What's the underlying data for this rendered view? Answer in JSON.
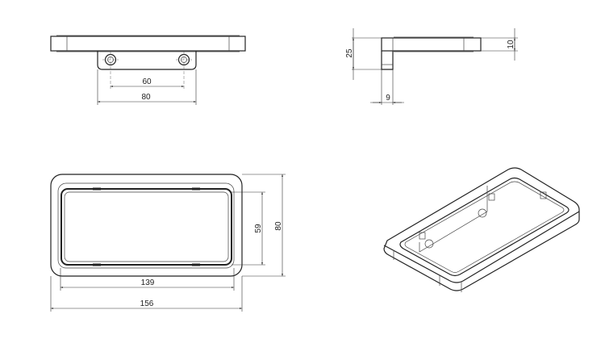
{
  "top_view": {
    "dim_hole_spacing": "60",
    "dim_bracket_width": "80"
  },
  "side_view": {
    "dim_height": "25",
    "dim_plate_thickness": "10",
    "dim_leg_width": "9"
  },
  "front_view": {
    "dim_inner_width": "139",
    "dim_outer_width": "156",
    "dim_inner_height": "59",
    "dim_outer_height": "80"
  },
  "colors": {
    "line": "#222222",
    "background": "#ffffff"
  }
}
